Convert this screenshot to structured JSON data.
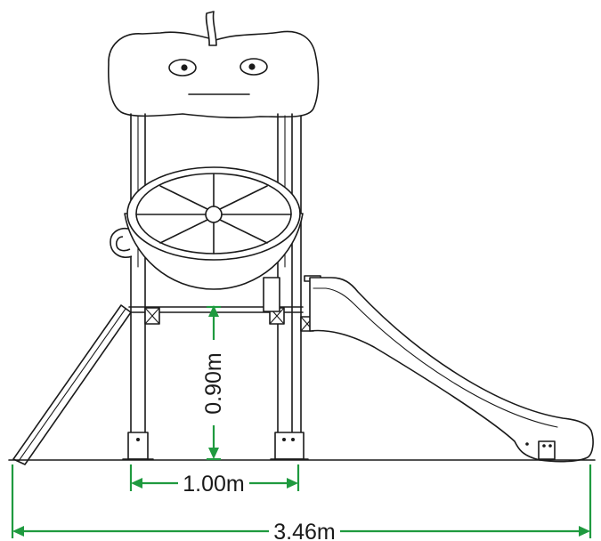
{
  "dimensions": {
    "height_label": "0.90m",
    "deck_width_label": "1.00m",
    "overall_width_label": "3.46m"
  },
  "colors": {
    "dimension_line": "#1f9a3f",
    "drawing_ink": "#1a1a1a",
    "background": "#ffffff"
  }
}
